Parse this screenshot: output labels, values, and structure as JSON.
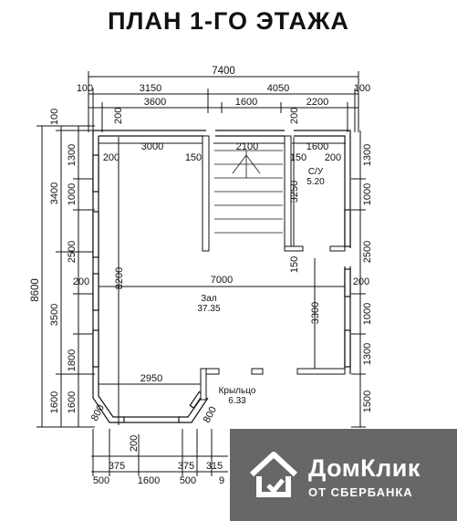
{
  "title": "ПЛАН 1-ГО ЭТАЖА",
  "top_dims": {
    "total": "7400",
    "row1": [
      "100",
      "3150",
      "4050",
      "100"
    ],
    "row2": [
      "3600",
      "1600",
      "2200"
    ],
    "wall_left": "200",
    "wall_right": "200"
  },
  "left_dims": {
    "total": "8600",
    "outer": [
      "100",
      "3400",
      "3500",
      "1600"
    ],
    "inner": [
      "1300",
      "1000",
      "2500",
      "1800",
      "1600"
    ],
    "wall": "200"
  },
  "right_dims": [
    "1300",
    "1000",
    "2500",
    "1000",
    "1300",
    "1500"
  ],
  "right_wall": "200",
  "interior": {
    "w3000": "3000",
    "w2100": "2100",
    "w1600": "1600",
    "d150a": "150",
    "d150b": "150",
    "d150c": "150",
    "d200a": "200",
    "d200b": "200",
    "d3250": "3250",
    "d7000": "7000",
    "d8200": "8200",
    "d3300": "3300",
    "d2950": "2950",
    "d200c": "200",
    "d800a": "800",
    "d800b": "800"
  },
  "rooms": {
    "su_name": "С/У",
    "su_area": "5.20",
    "hall_name": "Зал",
    "hall_area": "37.35",
    "porch_name": "Крыльцо",
    "porch_area": "6.33"
  },
  "bottom_dims": {
    "row1": [
      "375",
      "375",
      "315"
    ],
    "row2": [
      "500",
      "1600",
      "500",
      "9"
    ]
  },
  "watermark": {
    "brand": "ДомКлик",
    "sub": "ОТ СБЕРБАНКА"
  },
  "colors": {
    "line": "#111111",
    "watermark_bg": "#3c3c3c"
  }
}
